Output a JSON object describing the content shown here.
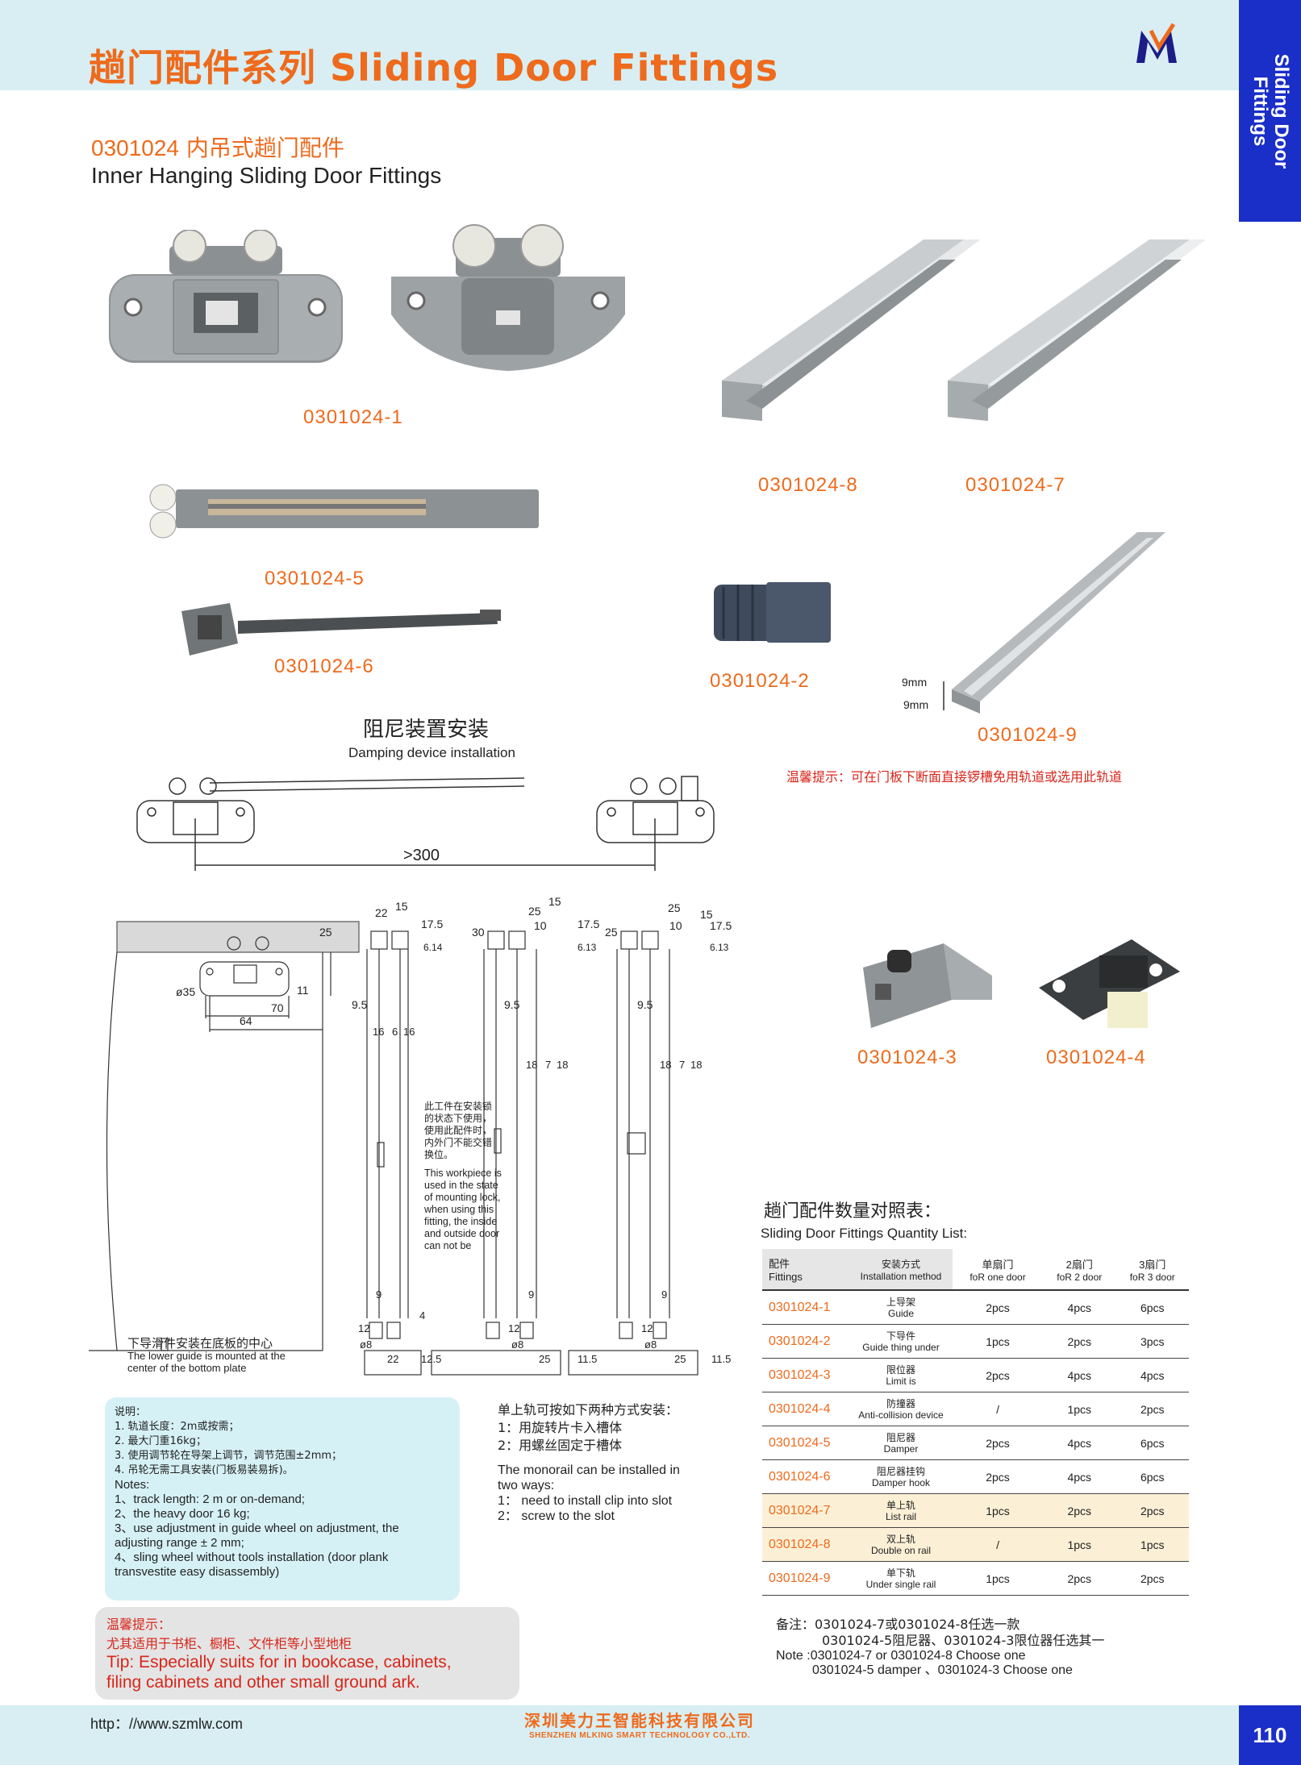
{
  "header": {
    "title": "趟门配件系列  Sliding Door Fittings",
    "side_tab": "Sliding Door Fittings",
    "brand_color": "#ee6a1c",
    "tab_color": "#1a2ec8"
  },
  "product": {
    "code": "0301024",
    "title_cn_rest": "内吊式趟门配件",
    "title_en": "Inner Hanging Sliding Door Fittings"
  },
  "parts": {
    "p1": "0301024-1",
    "p2": "0301024-2",
    "p3": "0301024-3",
    "p4": "0301024-4",
    "p5": "0301024-5",
    "p6": "0301024-6",
    "p7": "0301024-7",
    "p8": "0301024-8",
    "p9": "0301024-9"
  },
  "rail_dims": {
    "d1": "9mm",
    "d2": "9mm"
  },
  "tip_rail": "温馨提示：可在门板下断面直接锣槽免用轨道或选用此轨道",
  "damping": {
    "title_cn": "阻尼装置安装",
    "title_en": "Damping device installation",
    "distance": ">300"
  },
  "drawing": {
    "d_35": "ø35",
    "d_70": "70",
    "d_64": "64",
    "d_11": "11",
    "d_25": "25",
    "d_22": "22",
    "d_15": "15",
    "d_175": "17.5",
    "d_614": "6.14",
    "d_613": "6.13",
    "d_95": "9.5",
    "d_16": "16",
    "d_6": "6",
    "d_18": "18",
    "d_7": "7",
    "d_30": "30",
    "d_10": "10",
    "d_9": "9",
    "d_4": "4",
    "d_12": "12",
    "d_8": "ø8",
    "d_125": "12.5",
    "d_115": "11.5",
    "workpiece_cn": [
      "此工件在安装锁",
      "的状态下使用，",
      "使用此配件时，",
      "内外门不能交错",
      "换位。"
    ],
    "workpiece_en": [
      "This workpiece is",
      "used in the state",
      "of mounting lock,",
      "when using this",
      "fitting, the inside",
      "and outside door",
      "can not be"
    ],
    "lower_guide_cn": "下导滑件安装在底板的中心",
    "lower_guide_en": [
      "The lower guide is mounted at the",
      "center of the bottom plate"
    ]
  },
  "notes": {
    "cn": [
      "说明：",
      "1.  轨道长度：2m或按需；",
      "2.  最大门重16kg；",
      "3.  使用调节轮在导架上调节，调节范围±2mm；",
      "4.  吊轮无需工具安装(门板易装易拆)。"
    ],
    "en": [
      "Notes:",
      "1、track length: 2 m or on-demand;",
      "2、the heavy door 16 kg;",
      "3、use adjustment in guide wheel on adjustment, the",
      "     adjusting range ± 2 mm;",
      "4、sling wheel without tools installation (door plank",
      "     transvestite easy disassembly)"
    ]
  },
  "monorail": {
    "cn": [
      "单上轨可按如下两种方式安装：",
      "1：用旋转片卡入槽体",
      "2：用螺丝固定于槽体"
    ],
    "en": [
      "The monorail can be installed in",
      "two ways:",
      "1：  need to install clip into slot",
      "2：  screw to the slot"
    ]
  },
  "warm_tip": {
    "head": "温馨提示：",
    "cn": "尤其适用于书柜、橱柜、文件柜等小型地柜",
    "en1": "Tip: Especially suits for in bookcase, cabinets,",
    "en2": "filing cabinets and other small ground ark."
  },
  "quantity_table": {
    "title_cn": "趟门配件数量对照表：",
    "title_en": "Sliding Door Fittings Quantity List:",
    "headers": {
      "part_cn": "配件",
      "part_en": "Fittings",
      "method_cn": "安装方式",
      "method_en": "Installation method",
      "one_cn": "单扇门",
      "one_en": "foR one door",
      "two_cn": "2扇门",
      "two_en": "foR 2 door",
      "three_cn": "3扇门",
      "three_en": "foR 3 door"
    },
    "rows": [
      {
        "code": "0301024-1",
        "cn": "上导架",
        "en": "Guide",
        "one": "2pcs",
        "two": "4pcs",
        "three": "6pcs"
      },
      {
        "code": "0301024-2",
        "cn": "下导件",
        "en": "Guide thing under",
        "one": "1pcs",
        "two": "2pcs",
        "three": "3pcs"
      },
      {
        "code": "0301024-3",
        "cn": "限位器",
        "en": "Limit is",
        "one": "2pcs",
        "two": "4pcs",
        "three": "4pcs"
      },
      {
        "code": "0301024-4",
        "cn": "防撞器",
        "en": "Anti-collision device",
        "one": "/",
        "two": "1pcs",
        "three": "2pcs"
      },
      {
        "code": "0301024-5",
        "cn": "阻尼器",
        "en": "Damper",
        "one": "2pcs",
        "two": "4pcs",
        "three": "6pcs"
      },
      {
        "code": "0301024-6",
        "cn": "阻尼器挂钩",
        "en": "Damper hook",
        "one": "2pcs",
        "two": "4pcs",
        "three": "6pcs"
      },
      {
        "code": "0301024-7",
        "cn": "单上轨",
        "en": "List rail",
        "one": "1pcs",
        "two": "2pcs",
        "three": "2pcs"
      },
      {
        "code": "0301024-8",
        "cn": "双上轨",
        "en": "Double on rail",
        "one": "/",
        "two": "1pcs",
        "three": "1pcs"
      },
      {
        "code": "0301024-9",
        "cn": "单下轨",
        "en": "Under single rail",
        "one": "1pcs",
        "two": "2pcs",
        "three": "2pcs"
      }
    ]
  },
  "remark": {
    "cn1": "备注：0301024-7或0301024-8任选一款",
    "cn2": "0301024-5阻尼器、0301024-3限位器任选其一",
    "en1": "Note :0301024-7 or 0301024-8 Choose one",
    "en2": "0301024-5 damper 、0301024-3  Choose one"
  },
  "footer": {
    "url": "http：//www.szmlw.com",
    "company_cn": "深圳美力王智能科技有限公司",
    "company_en": "SHENZHEN MLKING SMART TECHNOLOGY CO.,LTD.",
    "page": "110"
  }
}
